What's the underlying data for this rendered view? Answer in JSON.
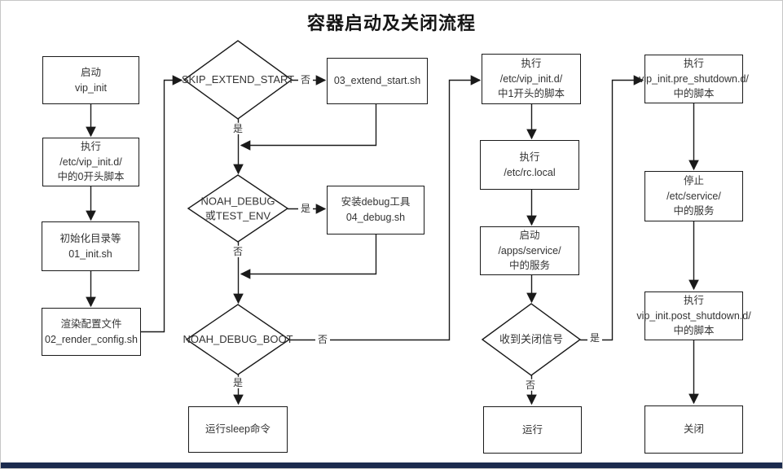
{
  "title": "容器启动及关闭流程",
  "decision_labels": {
    "yes": "是",
    "no": "否"
  },
  "nodes": {
    "start": {
      "label": "启动\nvip_init"
    },
    "exec_zero_scripts": {
      "label": "执行\n/etc/vip_init.d/\n中的0开头脚本"
    },
    "init_dirs": {
      "label": "初始化目录等\n01_init.sh"
    },
    "render_config": {
      "label": "渲染配置文件\n02_render_config.sh"
    },
    "extend_start": {
      "label": "03_extend_start.sh"
    },
    "install_debug": {
      "label": "安装debug工具\n04_debug.sh"
    },
    "run_sleep": {
      "label": "运行sleep命令"
    },
    "exec_one_scripts": {
      "label": "执行\n/etc/vip_init.d/\n中1开头的脚本"
    },
    "rc_local": {
      "label": "执行\n/etc/rc.local"
    },
    "start_services": {
      "label": "启动\n/apps/service/\n中的服务"
    },
    "running": {
      "label": "运行"
    },
    "pre_shutdown": {
      "label": "执行\nvip_init.pre_shutdown.d/\n中的脚本"
    },
    "stop_services": {
      "label": "停止\n/etc/service/\n中的服务"
    },
    "post_shutdown": {
      "label": "执行\nvip_init.post_shutdown.d/\n中的脚本"
    },
    "closed": {
      "label": "关闭"
    }
  },
  "decisions": {
    "skip_extend_start": {
      "label": "SKIP_EXTEND_START"
    },
    "noah_debug_or_test_env": {
      "label": "NOAH_DEBUG\n或TEST_ENV"
    },
    "noah_debug_boot": {
      "label": "NOAH_DEBUG_BOOT"
    },
    "received_shutdown_signal": {
      "label": "收到关闭信号"
    }
  },
  "colors": {
    "line": "#1a1a1a",
    "box_border": "#1a1a1a",
    "text": "#333333",
    "footer_bar": "#1b2b4e",
    "page_border": "#c6c6c6",
    "background": "#ffffff"
  }
}
